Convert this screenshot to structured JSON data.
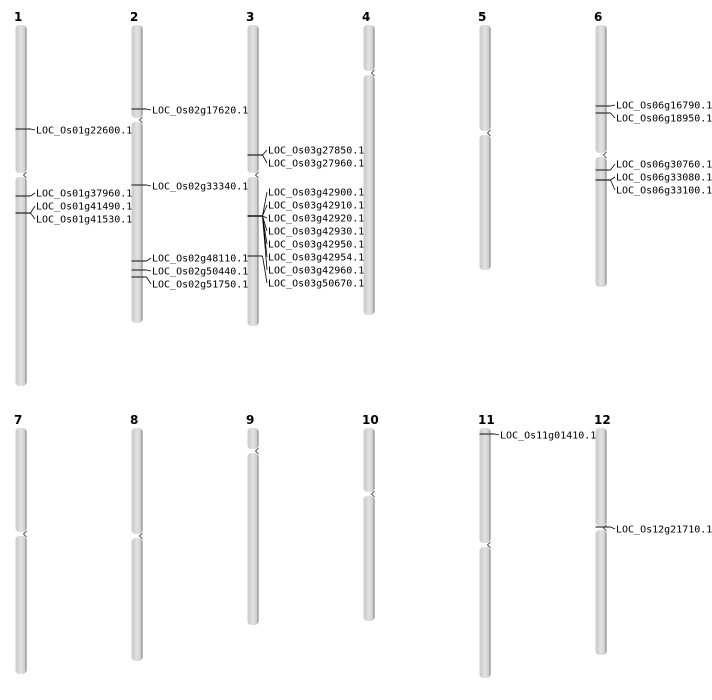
{
  "chromosomes": [
    {
      "name": "1",
      "genes": [
        "LOC_Os01g22600.1",
        "LOC_Os01g37960.1",
        "LOC_Os01g41490.1",
        "LOC_Os01g41530.1"
      ]
    },
    {
      "name": "2",
      "genes": [
        "LOC_Os02g17620.1",
        "LOC_Os02g33340.1",
        "LOC_Os02g48110.1",
        "LOC_Os02g50440.1",
        "LOC_Os02g51750.1"
      ]
    },
    {
      "name": "3",
      "genes": [
        "LOC_Os03g27850.1",
        "LOC_Os03g27960.1",
        "LOC_Os03g42900.1",
        "LOC_Os03g42910.1",
        "LOC_Os03g42920.1",
        "LOC_Os03g42930.1",
        "LOC_Os03g42950.1",
        "LOC_Os03g42954.1",
        "LOC_Os03g42960.1",
        "LOC_Os03g50670.1"
      ]
    },
    {
      "name": "4",
      "genes": []
    },
    {
      "name": "5",
      "genes": []
    },
    {
      "name": "6",
      "genes": [
        "LOC_Os06g16790.1",
        "LOC_Os06g18950.1",
        "LOC_Os06g30760.1",
        "LOC_Os06g33080.1",
        "LOC_Os06g33100.1"
      ]
    },
    {
      "name": "7",
      "genes": []
    },
    {
      "name": "8",
      "genes": []
    },
    {
      "name": "9",
      "genes": []
    },
    {
      "name": "10",
      "genes": []
    },
    {
      "name": "11",
      "genes": [
        "LOC_Os11g01410.1"
      ]
    },
    {
      "name": "12",
      "genes": [
        "LOC_Os12g21710.1"
      ]
    }
  ]
}
